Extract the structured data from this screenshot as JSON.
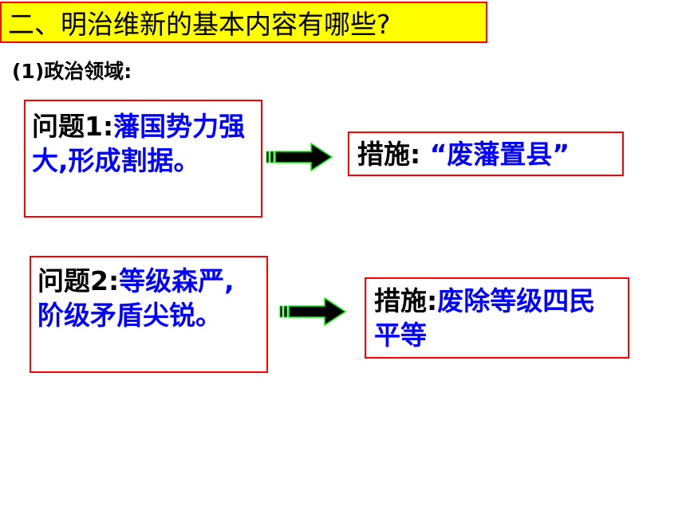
{
  "title": "二、明治维新的基本内容有哪些?",
  "section": "(1)政治领域:",
  "problems": [
    {
      "label": "问题1:",
      "text": "藩国势力强大,形成割据。"
    },
    {
      "label": "问题2:",
      "text": "等级森严,阶级矛盾尖锐。"
    }
  ],
  "measures": [
    {
      "label": "措施:",
      "text": " “废藩置县”"
    },
    {
      "label": "措施:",
      "text": "废除等级四民平等"
    }
  ],
  "colors": {
    "title_bg": "#ffff00",
    "border": "#ff0000",
    "answer_text": "#0000ff",
    "arrow_fill": "#000000",
    "arrow_outline": "#00ff00"
  },
  "icons": [
    "arrow-right-icon",
    "arrow-right-icon"
  ]
}
